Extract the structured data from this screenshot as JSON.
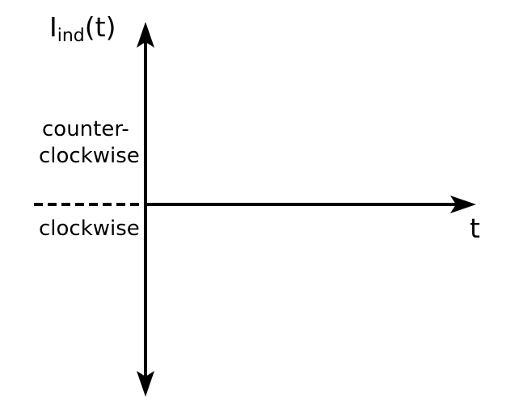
{
  "figure": {
    "title": "",
    "background_color": "#ffffff",
    "stroke_color": "#000000"
  },
  "axes": {
    "y_axis": {
      "label_main": "I",
      "label_subscript": "ind",
      "label_suffix": "(t)",
      "label_full": "I_ind(t)",
      "direction": "vertical",
      "arrow_top": true,
      "arrow_bottom": true
    },
    "x_axis": {
      "label": "t",
      "direction": "horizontal",
      "arrow_right": true
    }
  },
  "regions": {
    "above_zero": {
      "label_line1": "counter-",
      "label_line2": "clockwise"
    },
    "below_zero": {
      "label": "clockwise"
    }
  },
  "guides": {
    "zero_dashed_line": {
      "style": "dashed",
      "orientation": "horizontal"
    }
  },
  "chart_data": {
    "type": "line",
    "title": "",
    "xlabel": "t",
    "ylabel": "I_ind(t)",
    "series": [],
    "x": [],
    "values": [],
    "annotations": [
      {
        "text": "counter-clockwise",
        "region": "positive-y",
        "x": 110,
        "y": 178
      },
      {
        "text": "clockwise",
        "region": "negative-y",
        "x": 108,
        "y": 285
      }
    ],
    "reference_lines": [
      {
        "axis": "y",
        "value": 0,
        "style": "dashed",
        "extent": "left-of-origin"
      }
    ],
    "grid": false,
    "legend": null,
    "xlim": [
      0,
      null
    ],
    "ylim": [
      null,
      null
    ]
  }
}
